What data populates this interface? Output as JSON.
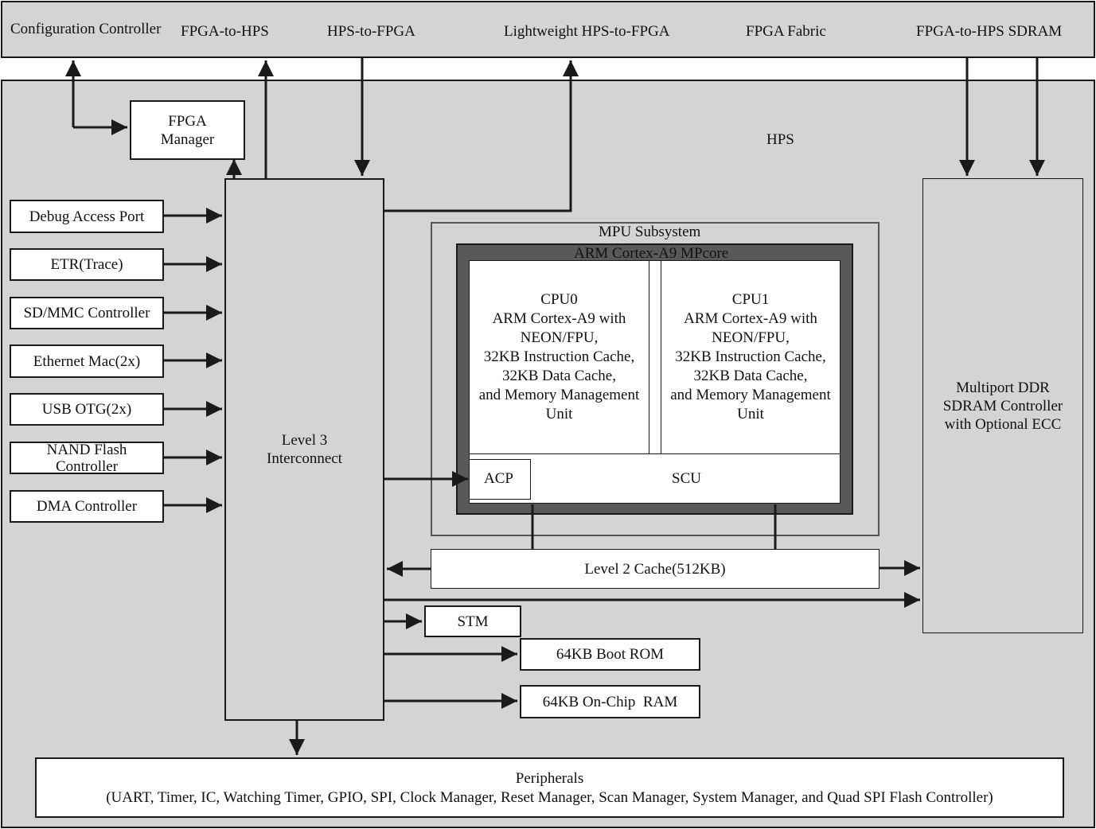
{
  "fabric_bar": {
    "configuration_controller": "Configuration Controller",
    "fpga_to_hps": "FPGA-to-HPS",
    "hps_to_fpga": "HPS-to-FPGA",
    "lightweight_hps_to_fpga": "Lightweight HPS-to-FPGA",
    "fpga_fabric": "FPGA Fabric",
    "fpga_to_hps_sdram": "FPGA-to-HPS SDRAM"
  },
  "hps": {
    "label": "HPS",
    "fpga_manager": "FPGA\nManager",
    "level3": "Level 3\nInterconnect",
    "masters": [
      "Debug Access Port",
      "ETR(Trace)",
      "SD/MMC Controller",
      "Ethernet Mac(2x)",
      "USB OTG(2x)",
      "NAND Flash\nController",
      "DMA Controller"
    ],
    "mpu": {
      "label": "MPU Subsystem",
      "mpcore": "ARM Cortex-A9 MPcore",
      "cpu0": "CPU0\nARM Cortex-A9 with\nNEON/FPU,\n32KB Instruction Cache,\n32KB Data Cache,\nand Memory Management\nUnit",
      "cpu1": "CPU1\nARM Cortex-A9 with\nNEON/FPU,\n32KB Instruction Cache,\n32KB Data Cache,\nand Memory Management\nUnit",
      "acp": "ACP",
      "scu": "SCU"
    },
    "l2_cache": "Level 2 Cache(512KB)",
    "sdram_controller": "Multiport DDR\nSDRAM Controller\nwith Optional ECC",
    "stm": "STM",
    "boot_rom": "64KB Boot ROM",
    "onchip_ram": "64KB On-Chip  RAM",
    "peripherals": {
      "title": "Peripherals",
      "list": "(UART, Timer, IC, Watching Timer, GPIO, SPI, Clock Manager, Reset Manager, Scan Manager, System Manager, and Quad SPI Flash Controller)"
    }
  },
  "colors": {
    "fill_gray": "#d4d4d4",
    "mpcore_dark": "#595959",
    "line": "#1a1a1a"
  }
}
